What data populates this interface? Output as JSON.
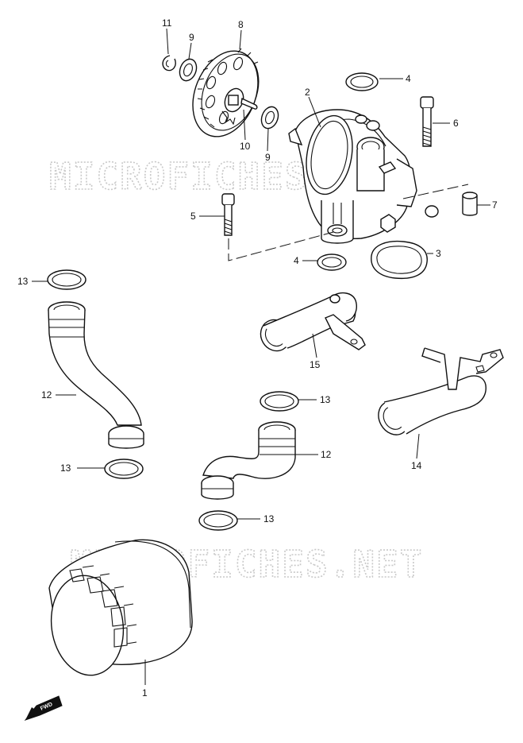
{
  "watermark": "MICROFICHES.NET",
  "fwd_label": "FWD",
  "callouts": {
    "c11": "11",
    "c9a": "9",
    "c8": "8",
    "c4a": "4",
    "c2": "2",
    "c6": "6",
    "c10": "10",
    "c9b": "9",
    "c7": "7",
    "c5": "5",
    "c4b": "4",
    "c3": "3",
    "c13a": "13",
    "c15": "15",
    "c12a": "12",
    "c13b": "13",
    "c14": "14",
    "c12b": "12",
    "c13c": "13",
    "c13d": "13",
    "c1": "1"
  }
}
